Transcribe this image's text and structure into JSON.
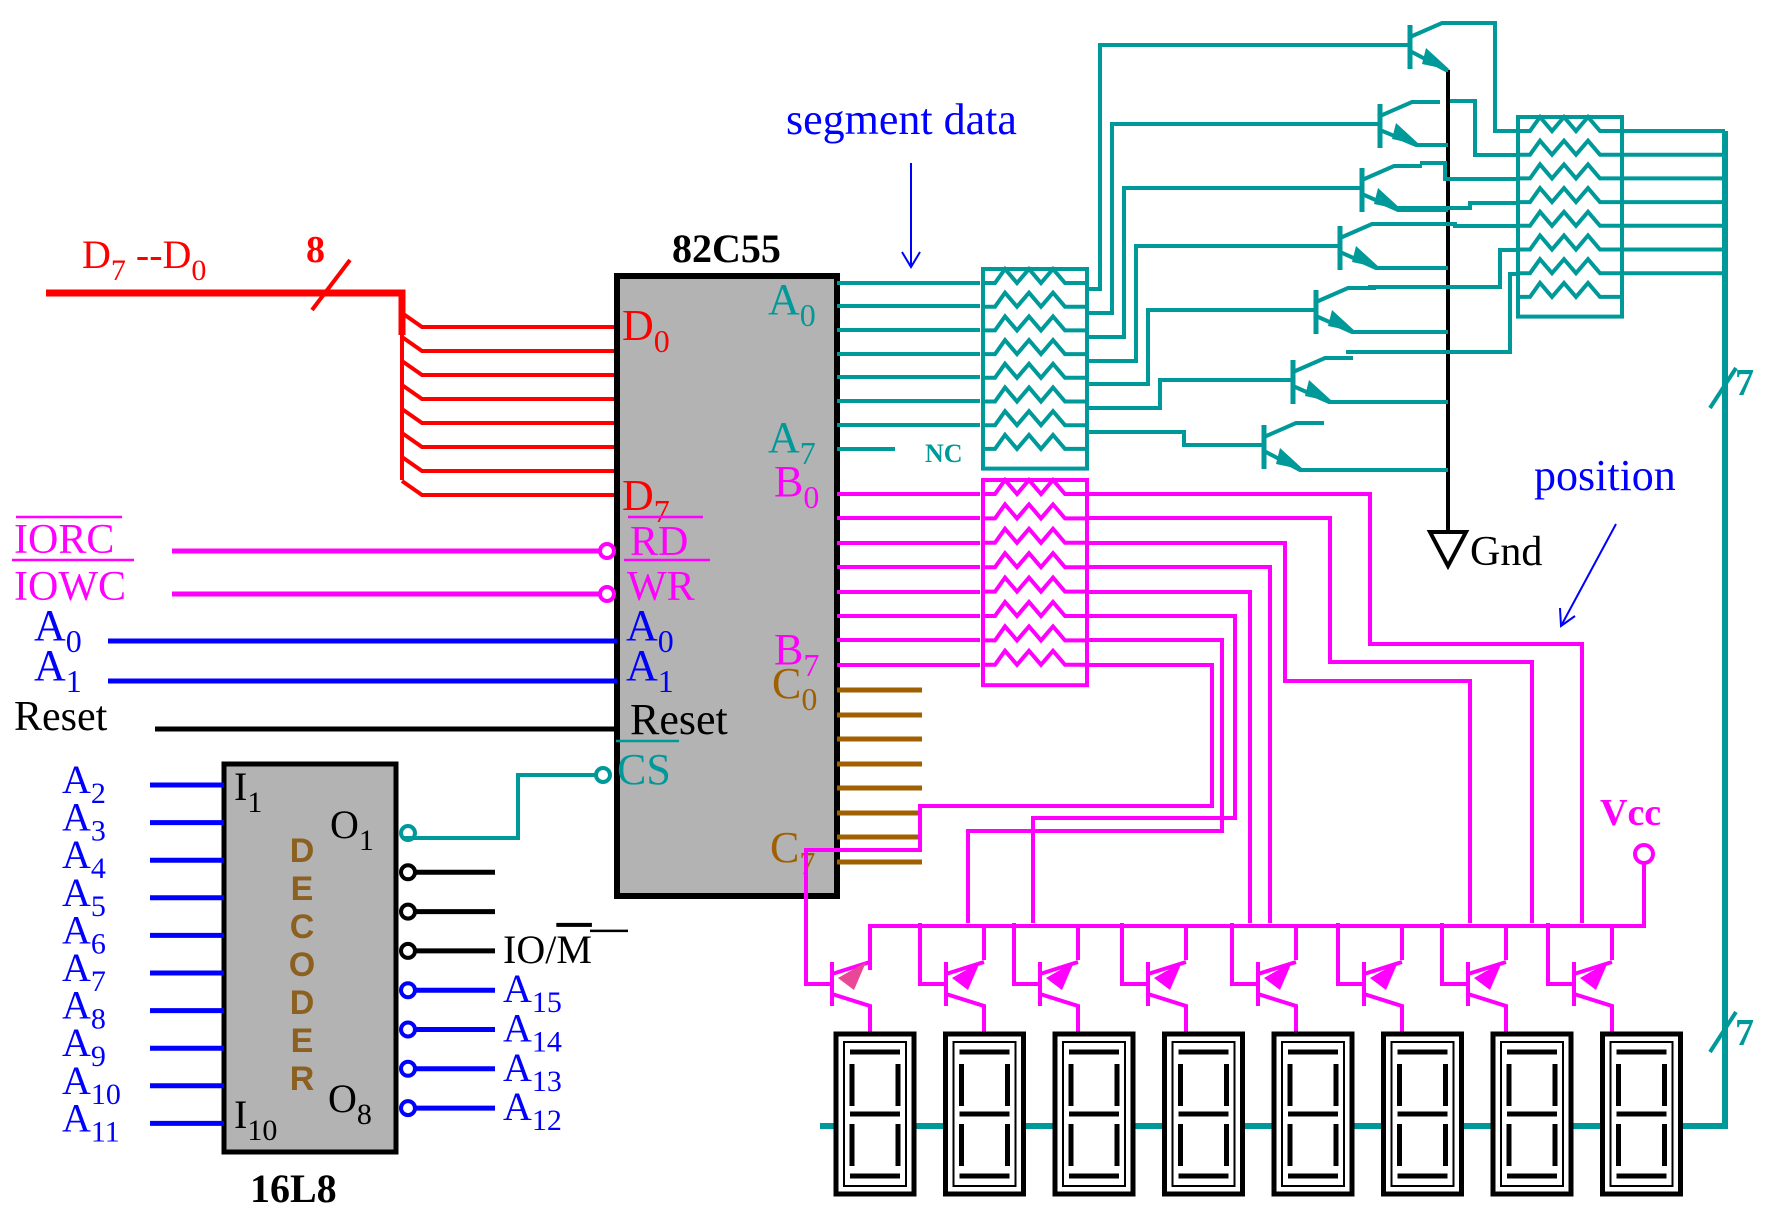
{
  "colors": {
    "data_bus": "#ff0000",
    "control": "#ff00ff",
    "address": "#0000ff",
    "teal": "#009999",
    "portc": "#a06000",
    "chip_fill": "#b3b3b3",
    "black": "#000000",
    "decoder_text": "#8b6020"
  },
  "databus": {
    "label": "D",
    "sub_hi": "7",
    "dash": " --",
    "label2": "D",
    "sub_lo": "0",
    "width": "8"
  },
  "ppi": {
    "name": "82C55",
    "pins_left": {
      "d0": {
        "base": "D",
        "sub": "0"
      },
      "d7": {
        "base": "D",
        "sub": "7"
      },
      "rd": "RD",
      "wr": "WR",
      "a0": {
        "base": "A",
        "sub": "0"
      },
      "a1": {
        "base": "A",
        "sub": "1"
      },
      "reset": "Reset",
      "cs": "CS"
    },
    "pins_right": {
      "pa0": {
        "base": "A",
        "sub": "0"
      },
      "pa7": {
        "base": "A",
        "sub": "7"
      },
      "pb0": {
        "base": "B",
        "sub": "0"
      },
      "pb7": {
        "base": "B",
        "sub": "7"
      },
      "pc0": {
        "base": "C",
        "sub": "0"
      },
      "pc7": {
        "base": "C",
        "sub": "7"
      }
    },
    "nc_label": "NC"
  },
  "signals_left": {
    "iorc": "IORC",
    "iowc": "IOWC",
    "a0": {
      "base": "A",
      "sub": "0"
    },
    "a1": {
      "base": "A",
      "sub": "1"
    },
    "reset": "Reset"
  },
  "decoder": {
    "name": "16L8",
    "title_letters": [
      "D",
      "E",
      "C",
      "O",
      "D",
      "E",
      "R"
    ],
    "i1": {
      "base": "I",
      "sub": "1"
    },
    "i10": {
      "base": "I",
      "sub": "10"
    },
    "o1": {
      "base": "O",
      "sub": "1"
    },
    "o8": {
      "base": "O",
      "sub": "8"
    },
    "inputs": [
      {
        "base": "A",
        "sub": "2"
      },
      {
        "base": "A",
        "sub": "3"
      },
      {
        "base": "A",
        "sub": "4"
      },
      {
        "base": "A",
        "sub": "5"
      },
      {
        "base": "A",
        "sub": "6"
      },
      {
        "base": "A",
        "sub": "7"
      },
      {
        "base": "A",
        "sub": "8"
      },
      {
        "base": "A",
        "sub": "9"
      },
      {
        "base": "A",
        "sub": "10"
      },
      {
        "base": "A",
        "sub": "11"
      }
    ],
    "outputs": [
      {
        "base": "",
        "sub": ""
      },
      {
        "base": "",
        "sub": ""
      },
      {
        "base": "",
        "sub": ""
      },
      {
        "base": "IO/",
        "sub": "",
        "over": "M"
      },
      {
        "base": "A",
        "sub": "15"
      },
      {
        "base": "A",
        "sub": "14"
      },
      {
        "base": "A",
        "sub": "13"
      },
      {
        "base": "A",
        "sub": "12"
      }
    ]
  },
  "annotations": {
    "segment_data": "segment data",
    "position": "position",
    "gnd": "Gnd",
    "vcc": "Vcc",
    "bus7_top": "7",
    "bus7_bottom": "7"
  },
  "displays": {
    "count": 8
  },
  "segment_drivers": {
    "count": 7
  },
  "digit_drivers": {
    "count": 8
  }
}
